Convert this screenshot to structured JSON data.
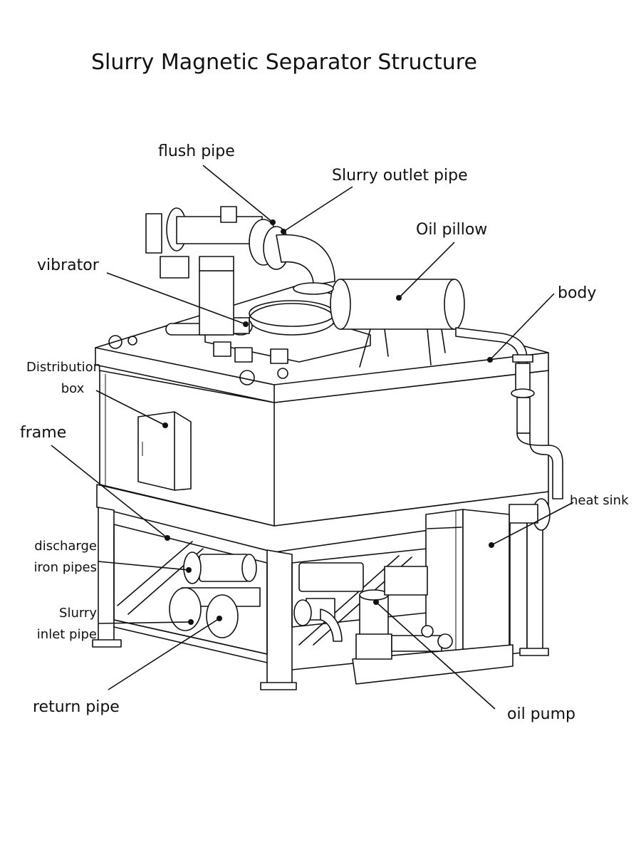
{
  "title": "Slurry Magnetic Separator Structure",
  "labels": {
    "flush_pipe": "flush pipe",
    "slurry_outlet_pipe": "Slurry outlet pipe",
    "oil_pillow": "Oil pillow",
    "vibrator": "vibrator",
    "body": "body",
    "distribution_box_line1": "Distribution",
    "distribution_box_line2": "box",
    "frame": "frame",
    "heat_sink": "heat sink",
    "discharge_iron_pipes_line1": "discharge",
    "discharge_iron_pipes_line2": "iron pipes",
    "slurry_inlet_pipe_line1": "Slurry",
    "slurry_inlet_pipe_line2": "inlet pipe",
    "return_pipe": "return pipe",
    "oil_pump": "oil pump"
  }
}
